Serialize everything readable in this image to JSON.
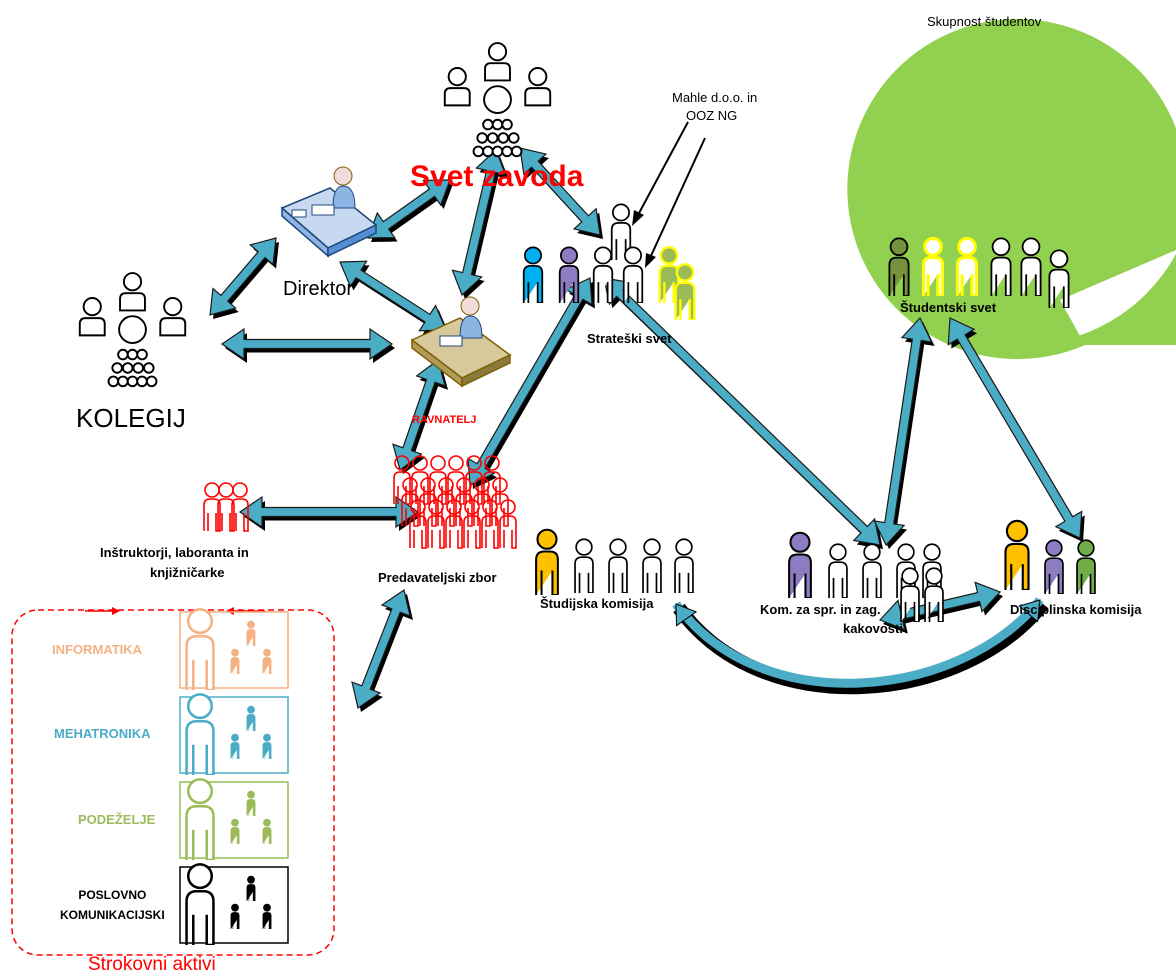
{
  "labels": {
    "svet_zavoda": "Svet zavoda",
    "direktor": "Direktor",
    "kolegij": "KOLEGIJ",
    "ravnatelj": "RAVNATELJ",
    "mahle_line1": "Mahle d.o.o. in",
    "mahle_line2": "OOZ NG",
    "strateski_svet": "Strateški svet",
    "skupnost_studentov": "Skupnost študentov",
    "studentski_svet": "Študentski svet",
    "instruktorji_line1": "Inštruktorji, laboranta in",
    "instruktorji_line2": "knjižničarke",
    "predavateljski_zbor": "Predavateljski zbor",
    "studijska_komisija": "Študijska komisija",
    "kom_line1": "Kom. za spr. in zag.",
    "kom_line2": "kakovosti",
    "disciplinska_komisija": "Disciplinska komisija",
    "strokovni_aktivi": "Strokovni aktivi"
  },
  "aktivi": [
    {
      "name": "INFORMATIKA",
      "color": "#f4b183"
    },
    {
      "name": "MEHATRONIKA",
      "color": "#4bacc6"
    },
    {
      "name": "PODEŽELJE",
      "color": "#9bbb59"
    },
    {
      "name": "POSLOVNO\nKOMUNIKACIJSKI",
      "color": "#000000"
    }
  ],
  "colors": {
    "arrow": "#4bacc6",
    "red": "#ff0000",
    "student_circle": "#92d050",
    "blue_person": "#00b0f0",
    "purple_person": "#8e7cc3",
    "olive_person": "#9bbb59",
    "yellow_person": "#ffc000",
    "green_person": "#76923c",
    "yellow_outline": "#ffff00",
    "lime_person": "#70ad47"
  }
}
